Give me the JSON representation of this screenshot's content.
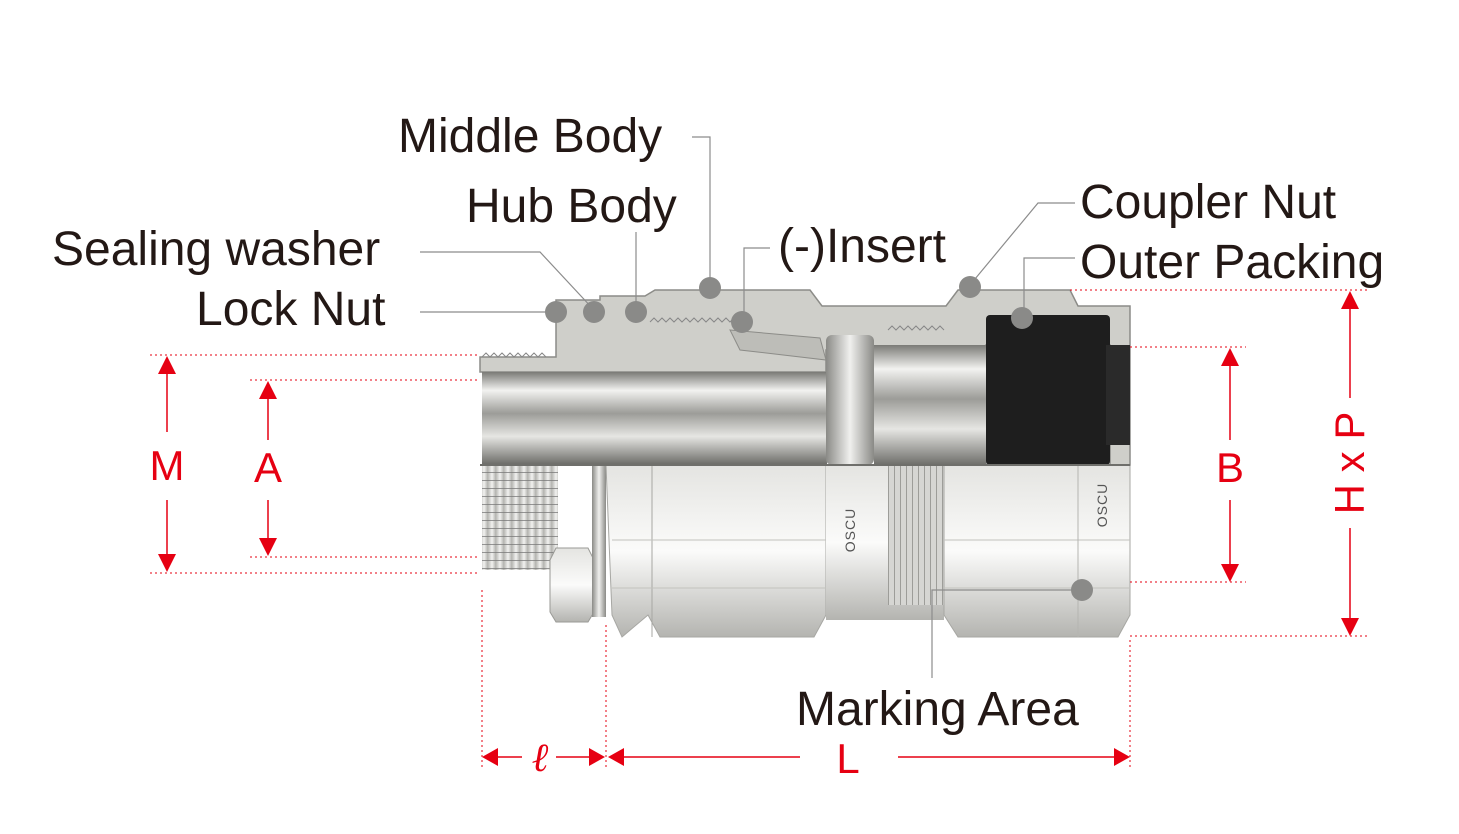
{
  "colors": {
    "dimension": "#e60012",
    "leader": "#8c8c8c",
    "label_text": "#231815",
    "metal": "#c9c9c5",
    "packing": "#1a1a1a"
  },
  "part_labels": {
    "middle_body": "Middle Body",
    "hub_body": "Hub Body",
    "sealing_washer": "Sealing washer",
    "lock_nut": "Lock Nut",
    "insert": "(-)Insert",
    "coupler_nut": "Coupler Nut",
    "outer_packing": "Outer Packing",
    "marking_area": "Marking Area"
  },
  "dimension_labels": {
    "M": "M",
    "A": "A",
    "B": "B",
    "HxP": "H x P",
    "l": "ℓ",
    "L": "L"
  },
  "body_marking": "OSCU"
}
